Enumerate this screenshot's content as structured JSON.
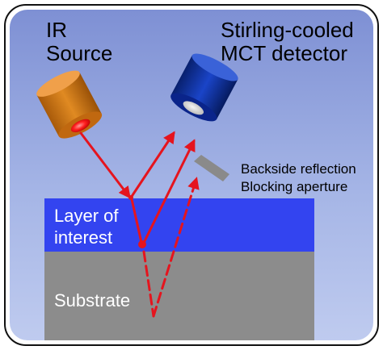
{
  "labels": {
    "ir_source_line1": "IR",
    "ir_source_line2": "Source",
    "detector_line1": "Stirling-cooled",
    "detector_line2": "MCT detector",
    "aperture_line1": "Backside reflection",
    "aperture_line2": "Blocking aperture",
    "layer_line1": "Layer of",
    "layer_line2": "interest",
    "substrate": "Substrate"
  },
  "colors": {
    "panel_top": "#7d8fd3",
    "panel_bottom": "#b7c5ec",
    "layer": "#3344f0",
    "substrate": "#8c8c8c",
    "beam": "#e5141e",
    "source_body": "#d77a14",
    "detector_body": "#0c2fa8",
    "aperture": "#8a8a8a"
  }
}
